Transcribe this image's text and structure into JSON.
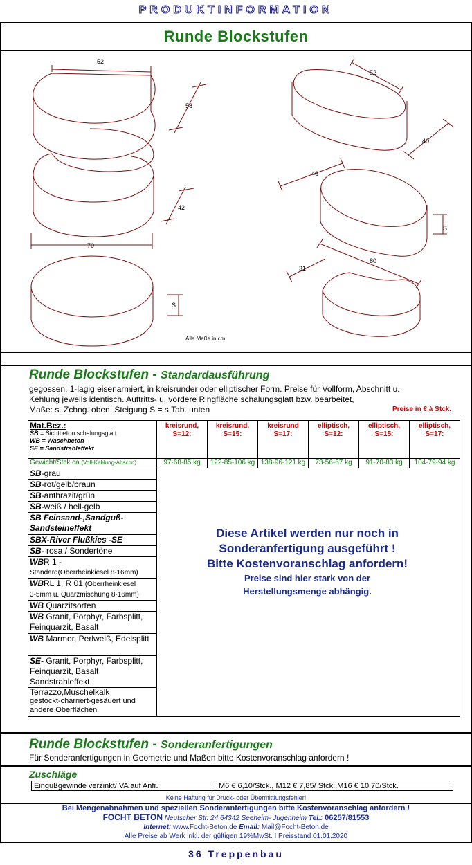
{
  "header": {
    "title": "PRODUKTINFORMATION"
  },
  "page_title": "Runde  Blockstufen",
  "drawing": {
    "dims": [
      "52",
      "58",
      "52",
      "40",
      "46",
      "42",
      "70",
      "S",
      "31",
      "80",
      "S"
    ],
    "note": "Alle Maße in cm"
  },
  "standard": {
    "title": "Runde Blockstufen - ",
    "subtitle": "Standardausführung",
    "line1": "gegossen, 1-lagig eisenarmiert, in  kreisrunder oder elliptischer Form. Preise für Vollform, Abschnitt u.",
    "line2": "Kehlung  jeweils identisch. Auftritts- u. vordere Ringfläche schalungsglatt bzw. bearbeitet,",
    "line3": "Maße: s. Zchng. oben,  Steigung S =  s.Tab. unten",
    "price_note": "Preise in €  à Stck."
  },
  "table": {
    "matbez_title": "Mat.Bez.:",
    "matbez_lines": [
      {
        "code": "SB",
        "text": " = Sichtbeton schalungsglatt"
      },
      {
        "code": "WB",
        "text": " = Waschbeton"
      },
      {
        "code": "SE",
        "text": " = Sandstrahleffekt"
      }
    ],
    "columns": [
      {
        "l1": "kreisrund,",
        "l2": "S=12:"
      },
      {
        "l1": "kreisrund,",
        "l2": "S=15:"
      },
      {
        "l1": "kreisrund",
        "l2": "S=17:"
      },
      {
        "l1": "elliptisch,",
        "l2": "S=12:"
      },
      {
        "l1": "elliptisch,",
        "l2": "S=15:"
      },
      {
        "l1": "elliptisch,",
        "l2": "S=17:"
      }
    ],
    "weight_label": "Gewicht/Stck.ca.",
    "weight_label_small": "(Voll-Kehlung-Abschn)",
    "weights": [
      "97-68-85 kg",
      "122-85-106 kg",
      "138-96-121 kg",
      "73-56-67 kg",
      "91-70-83 kg",
      "104-79-94 kg"
    ],
    "rows": [
      {
        "b": "SB",
        "t": "-grau"
      },
      {
        "b": "SB",
        "t": "-rot/gelb/braun"
      },
      {
        "b": "SB",
        "t": "-anthrazit/grün"
      },
      {
        "b": "SB",
        "t": "-weiß / hell-gelb"
      },
      {
        "b": "SB Feinsand-,Sandguß-Sandsteineffekt",
        "t": ""
      },
      {
        "b": "SB",
        "bi": "X-River Flußkies -SE",
        "t": ""
      },
      {
        "b": "SB",
        "t": "-  rosa / Sondertöne"
      },
      {
        "b": "WB",
        "t": "R 1 -",
        "s": "Standard(Oberrheinkiesel 8-16mm)"
      },
      {
        "b": "WB",
        "t": "RL 1, R 01",
        "ts": " (Oberrheinkiesel",
        "s": "3-5mm  u. Quarzmischung 8-16mm)"
      },
      {
        "b": "WB",
        "t": " Quarzitsorten"
      },
      {
        "b": "WB",
        "t": " Granit, Porphyr, Farbsplitt, Feinquarzit, Basalt"
      },
      {
        "b": "WB",
        "t": " Marmor, Perlweiß, Edelsplitt"
      },
      {
        "b": "SE-",
        "t": "  Granit, Porphyr, Farbsplitt, Feinquarzit, Basalt Sandstrahleffekt"
      },
      {
        "b": "",
        "t": "Terrazzo,Muschelkalk",
        "s2": "gestockt-charriert-gesäuert und andere Oberflächen"
      }
    ]
  },
  "notice": {
    "l1": "Diese Artikel werden nur noch in",
    "l2": "Sonderanfertigung ausgeführt !",
    "l3": "Bitte Kostenvoranschlag anfordern!",
    "l4": "Preise sind hier stark von der",
    "l5": "Herstellungsmenge abhängig."
  },
  "sonder": {
    "title": "Runde Blockstufen - ",
    "subtitle": "Sonderanfertigungen",
    "line": "Für Sonderanfertigungen in Geometrie und Maßen bitte Kostenvoranschlag anfordern !"
  },
  "zuschlaege": {
    "title": "Zuschläge",
    "c1": "Eingußgewinde verzinkt/ VA auf Anfr.",
    "c2": "M6   € 6,10/Stck., M12  € 7,85/ Stck.,M16  € 10,70/Stck."
  },
  "footer": {
    "haftung": "Keine Haftung für Druck- oder Übermittlungsfehler!",
    "mengen": "Bei Mengenabnahmen und speziellen Sonderanfertigungen bitte Kostenvoranschlag anfordern !",
    "company": "FOCHT BETON",
    "address": " Neutscher Str. 24   64342 Seeheim- Jugenheim  ",
    "tel_label": "Tel.:",
    "tel": " 06257/81553",
    "internet_label": "Internet:",
    "internet": " www.Focht-Beton.de    ",
    "email_label": "Email:",
    "email": " Mail@Focht-Beton.de",
    "preise": "Alle Preise ab Werk inkl. der gültigen 19%MwSt. !    Preisstand 01.01.2020"
  },
  "page_number": "36       Treppenbau"
}
